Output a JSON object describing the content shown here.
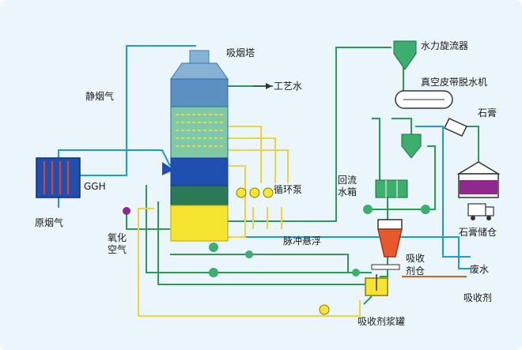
{
  "colors": {
    "background": "#eaf6fb",
    "gas_pipe": "#1e9ad6",
    "water_pipe": "#2a9a5a",
    "slurry_pipe": "#f0d23a",
    "valve": "#3cae6e",
    "gypsum_bin": "#8e2a8e",
    "absorbent": "#e8582a"
  },
  "labels": {
    "absorber_tower": "吸烟塔",
    "process_water": "工艺水",
    "clean_flue_gas": "静烟气",
    "ggh": "GGH",
    "raw_flue_gas": "原烟气",
    "circulation_pump": "循环泵",
    "pulse_suspension": "脉冲悬浮",
    "oxidation_air_1": "氧化",
    "oxidation_air_2": "空气",
    "hydrocyclone": "水力旋流器",
    "vacuum_belt_dewatering": "真空皮带脱水机",
    "gypsum": "石膏",
    "return_tank_1": "回流",
    "return_tank_2": "水箱",
    "gypsum_storage": "石膏储仓",
    "absorbent_bin_1": "吸收",
    "absorbent_bin_2": "剂仓",
    "waste_water": "废水",
    "absorbent": "吸收剂",
    "absorbent_slurry_tank": "吸收剂浆罐"
  }
}
